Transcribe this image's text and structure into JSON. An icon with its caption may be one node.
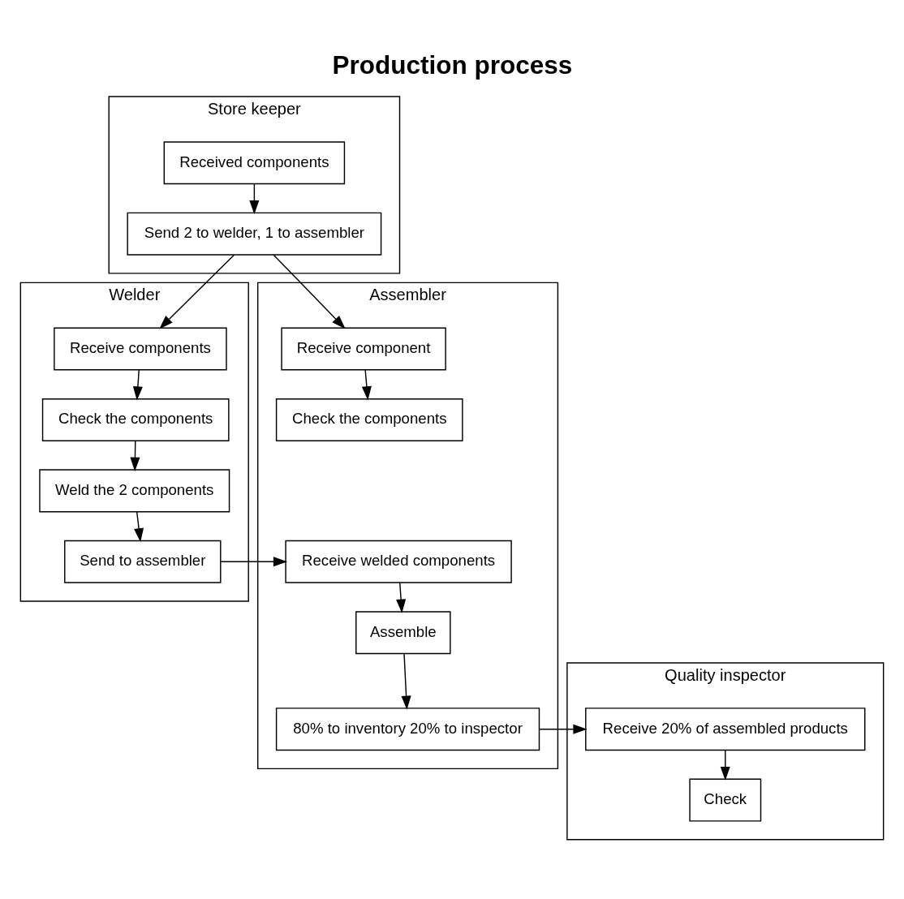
{
  "diagram": {
    "title": "Production process",
    "nodes": [
      {
        "text": [
          "Store keeper"
        ]
      },
      {
        "text": [
          "Received components"
        ],
        "in": 0
      },
      {
        "text": [
          "Send 2 to welder, 1 to assembler"
        ],
        "in": 0
      },
      {
        "text": [
          "Welder"
        ]
      },
      {
        "text": [
          "Receive components"
        ],
        "in": 3
      },
      {
        "text": [
          "Check the components"
        ],
        "in": 3
      },
      {
        "text": [
          "Weld the 2 components"
        ],
        "in": 3
      },
      {
        "text": [
          "Send to assembler"
        ],
        "in": 3
      },
      {
        "text": [
          "Assembler"
        ]
      },
      {
        "text": [
          "Receive component"
        ],
        "in": 8
      },
      {
        "text": [
          "Check the components"
        ],
        "in": 8
      },
      {
        "text": [
          "Receive welded components"
        ],
        "in": 8
      },
      {
        "text": [
          "Assemble"
        ],
        "in": 8
      },
      {
        "text": [
          "80% to inventory 20% to inspector"
        ],
        "in": 8
      },
      {
        "text": [
          "Quality inspector"
        ]
      },
      {
        "text": [
          "Receive 20% of assembled products"
        ],
        "in": 14
      },
      {
        "text": [
          "Check"
        ],
        "in": 14
      }
    ],
    "edges": [
      {
        "from": 1,
        "to": 2,
        "arrow": "to"
      },
      {
        "from": 2,
        "to": 4,
        "arrow": "to"
      },
      {
        "from": 2,
        "to": 9,
        "arrow": "to"
      },
      {
        "from": 4,
        "to": 5,
        "arrow": "to"
      },
      {
        "from": 5,
        "to": 6,
        "arrow": "to"
      },
      {
        "from": 6,
        "to": 7,
        "arrow": "to"
      },
      {
        "from": 7,
        "to": 11,
        "arrow": "to"
      },
      {
        "from": 9,
        "to": 10,
        "arrow": "to"
      },
      {
        "from": 11,
        "to": 12,
        "arrow": "to"
      },
      {
        "from": 12,
        "to": 13,
        "arrow": "to"
      },
      {
        "from": 13,
        "to": 15,
        "arrow": "to"
      },
      {
        "from": 15,
        "to": 16,
        "arrow": "to"
      }
    ]
  }
}
